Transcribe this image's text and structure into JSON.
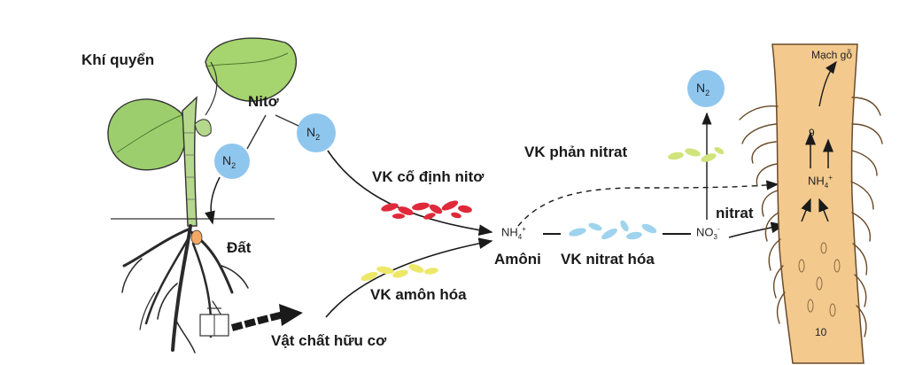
{
  "labels": {
    "atmosphere": "Khí quyển",
    "nitrogen": "Nitơ",
    "soil": "Đất",
    "fixing_bacteria": "VK cố định nitơ",
    "denitrifying_bacteria": "VK phản nitrat",
    "ammonium": "Amôni",
    "nitrifying_bacteria": "VK nitrat hóa",
    "nitrate": "nitrat",
    "ammonifying_bacteria": "VK amôn hóa",
    "organic_matter": "Vật chất hữu cơ",
    "xylem": "Mạch gỗ",
    "num_9": "9",
    "num_10": "10"
  },
  "molecules": {
    "n2_symbol": "N",
    "n2_subscript": "2",
    "nh4_symbol": "NH",
    "nh4_subscript": "4",
    "nh4_charge": "+",
    "no3_symbol": "NO",
    "no3_subscript": "3",
    "no3_charge": "-"
  },
  "colors": {
    "n2_bubble": "#8fc6ee",
    "fixing_bacteria": "#e0293a",
    "denitrifying_bacteria": "#cfe47a",
    "nitrifying_bacteria": "#9fd3ee",
    "ammonifying_bacteria": "#eee86a",
    "root": "#f3c98e",
    "leaf": "#9cce6e",
    "arrow": "#1a1a1a"
  }
}
